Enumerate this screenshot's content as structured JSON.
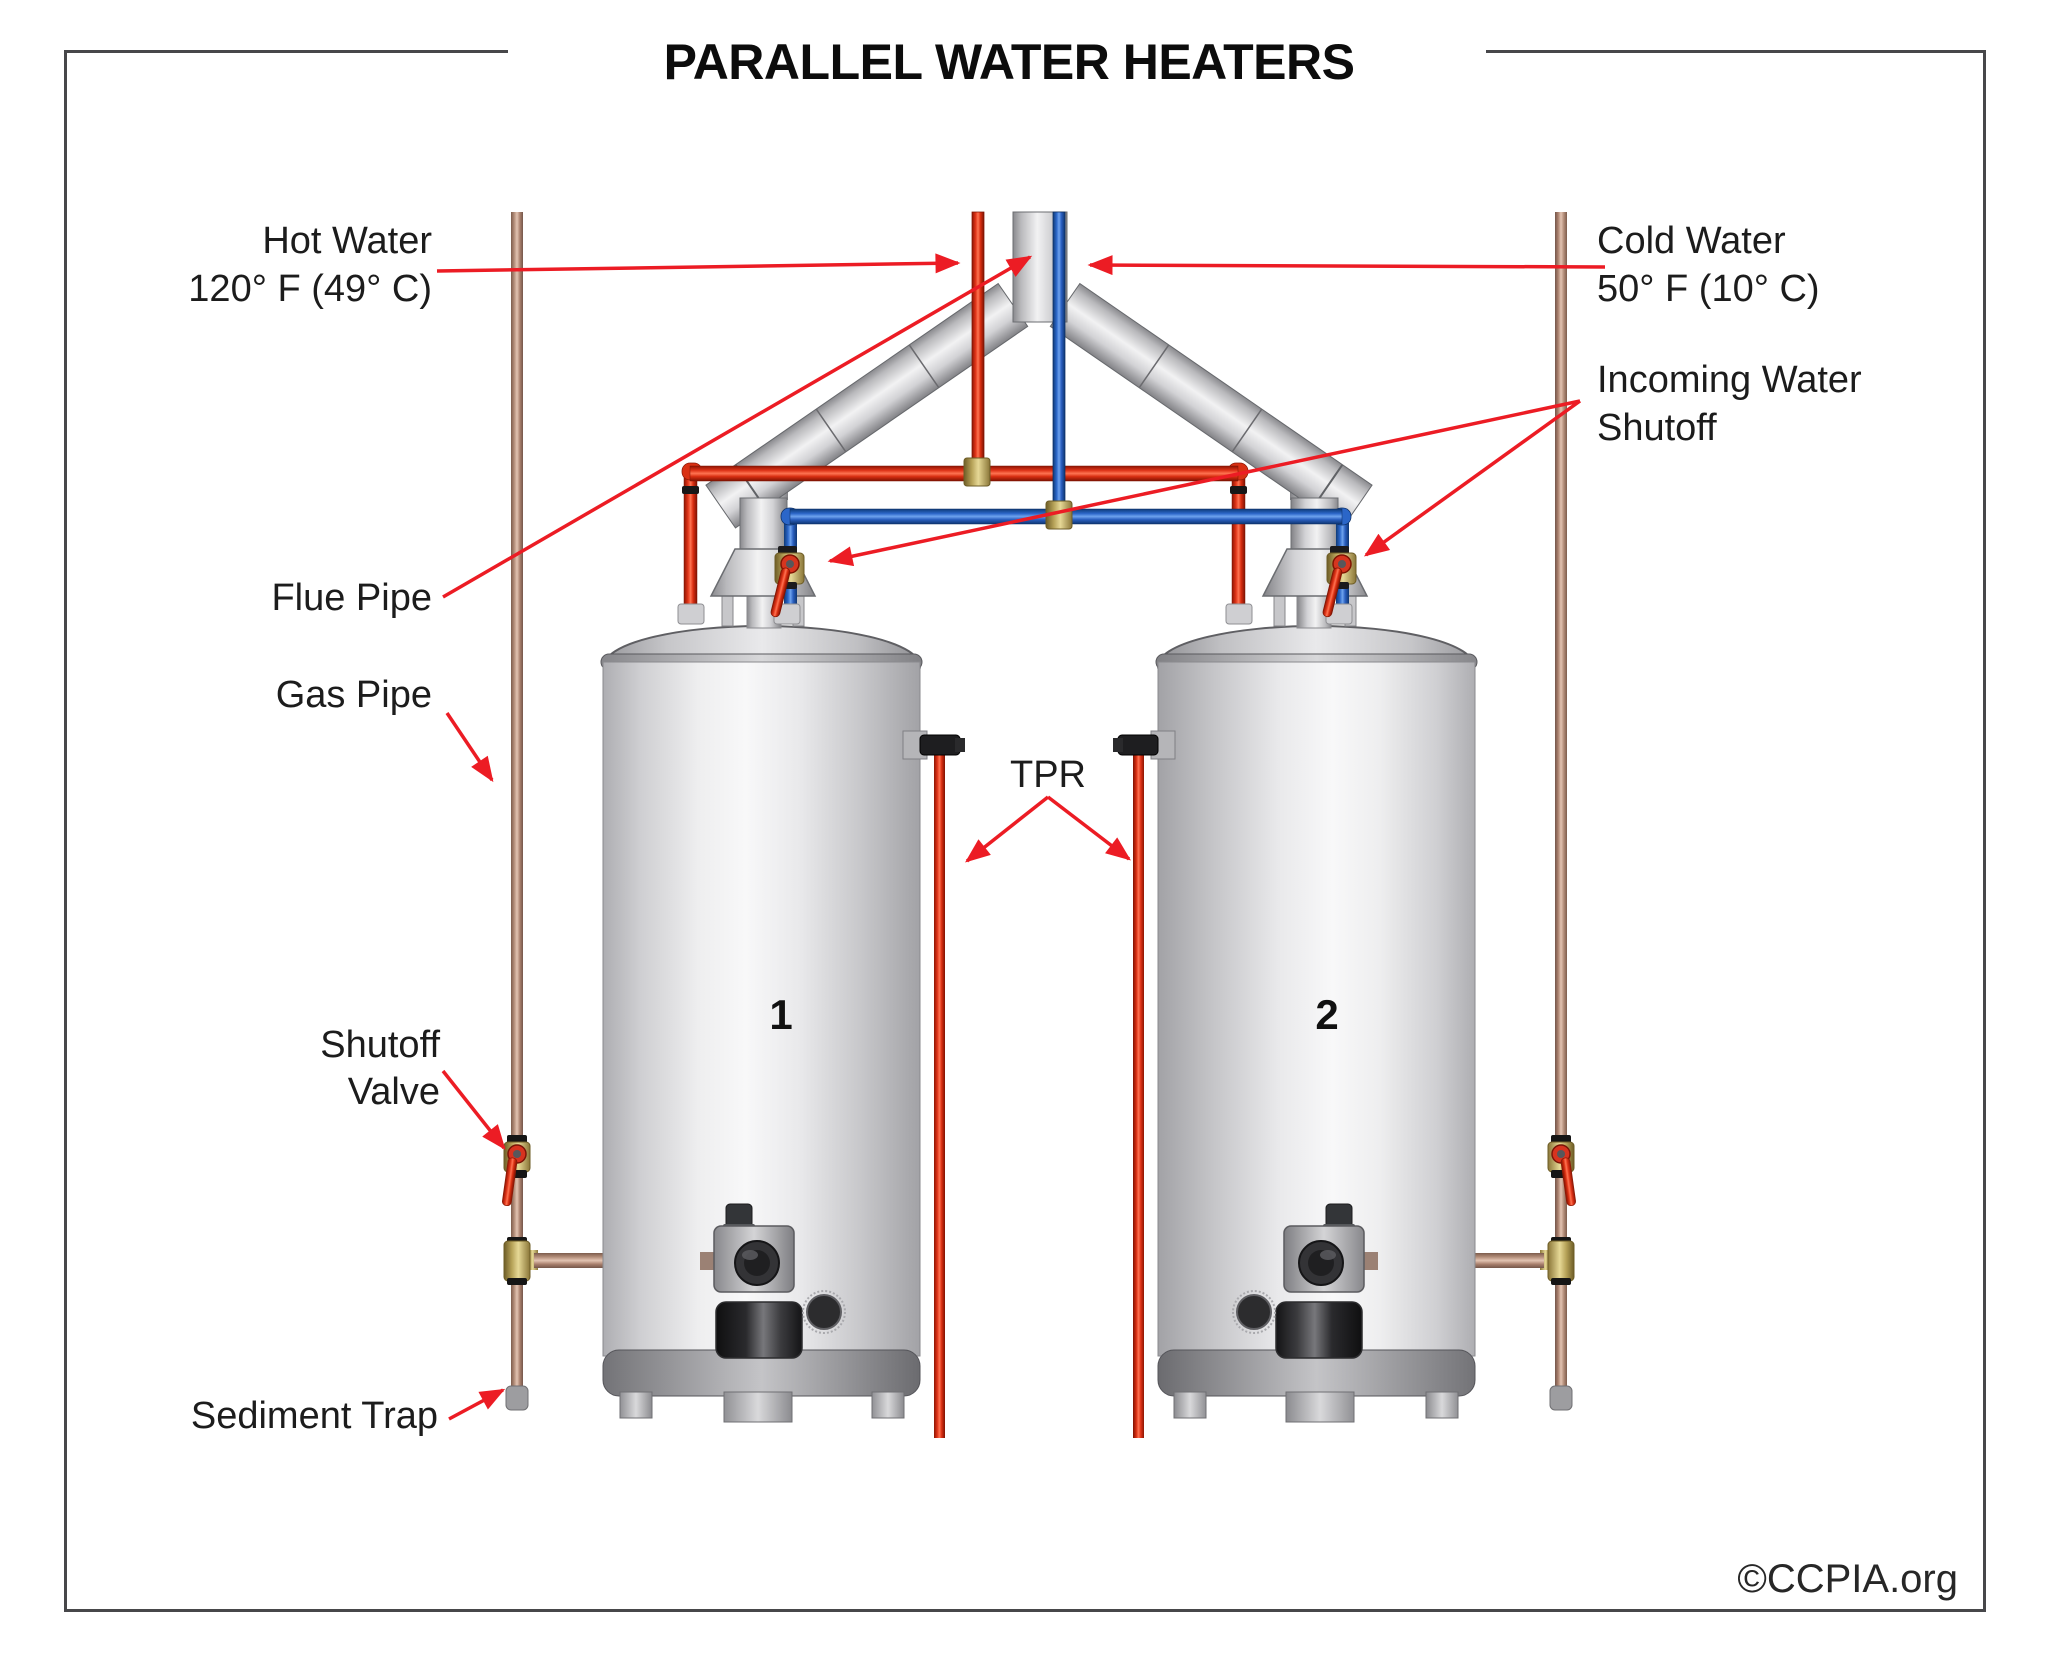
{
  "title": "PARALLEL WATER HEATERS",
  "watermark": "©CCPIA.org",
  "tanks": [
    {
      "number": "1"
    },
    {
      "number": "2"
    }
  ],
  "labels": {
    "hot_water": {
      "line1": "Hot Water",
      "line2": "120° F (49° C)"
    },
    "cold_water": {
      "line1": "Cold Water",
      "line2": "50° F (10° C)"
    },
    "incoming_shutoff": {
      "line1": "Incoming Water",
      "line2": "Shutoff"
    },
    "flue_pipe": "Flue Pipe",
    "gas_pipe": "Gas Pipe",
    "tpr": "TPR",
    "shutoff_valve": {
      "line1": "Shutoff",
      "line2": "Valve"
    },
    "sediment_trap": "Sediment Trap"
  },
  "colors": {
    "arrow_red": "#ec1c24",
    "hot_pipe_red": "#e03418",
    "cold_pipe_blue": "#2b66c8",
    "gas_pipe_copper": "#c9a38e",
    "flue_gray": "#d2d2d5",
    "brass_fitting": "#c8b978",
    "border": "#47474a",
    "text": "#1c1c1c"
  }
}
